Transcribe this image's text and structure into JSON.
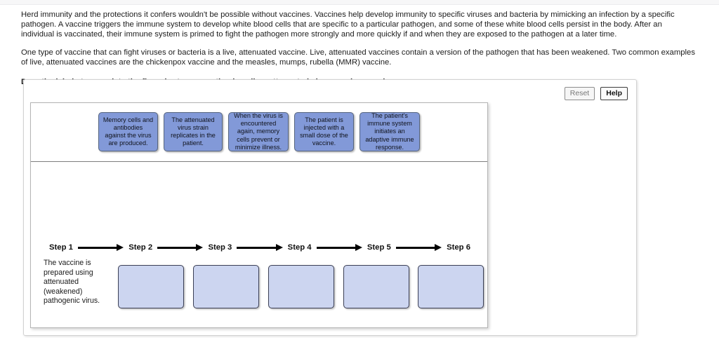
{
  "passage": {
    "paragraph_1": "Herd immunity and the protections it confers wouldn't be possible without vaccines. Vaccines help develop immunity to specific viruses and bacteria by mimicking an infection by a specific pathogen. A vaccine triggers the immune system to develop white blood cells that are specific to a particular pathogen, and some of these white blood cells persist in the body. After an individual is vaccinated, their immune system is primed to fight the pathogen more strongly and more quickly if and when they are exposed to the pathogen at a later time.",
    "paragraph_2": "One type of vaccine that can fight viruses or bacteria is a live, attenuated vaccine. Live, attenuated vaccines contain a version of the pathogen that has been weakened. Two common examples of live, attenuated vaccines are the chickenpox vaccine and the measles, mumps, rubella (MMR) vaccine.",
    "instruction": "Drag the labels to complete the flow chart representing how live, attenuated virus vaccines work."
  },
  "toolbar": {
    "reset_label": "Reset",
    "help_label": "Help"
  },
  "label_bank": {
    "labels": [
      {
        "id": "label-memory-cells",
        "text": "Memory cells and antibodies against the virus are produced."
      },
      {
        "id": "label-strain-replicates",
        "text": "The attenuated virus strain replicates in the patient."
      },
      {
        "id": "label-virus-encountered",
        "text": "When the virus is encountered again, memory cells prevent or minimize illness."
      },
      {
        "id": "label-patient-injected",
        "text": "The patient is injected with a small dose of the vaccine."
      },
      {
        "id": "label-adaptive-response",
        "text": "The patient's immune system initiates an adaptive immune response."
      }
    ]
  },
  "flow_chart": {
    "steps": [
      {
        "id": "step-1",
        "label": "Step 1",
        "filled": true,
        "text": "The vaccine is prepared using attenuated (weakened) pathogenic virus."
      },
      {
        "id": "step-2",
        "label": "Step 2",
        "filled": false,
        "text": ""
      },
      {
        "id": "step-3",
        "label": "Step 3",
        "filled": false,
        "text": ""
      },
      {
        "id": "step-4",
        "label": "Step 4",
        "filled": false,
        "text": ""
      },
      {
        "id": "step-5",
        "label": "Step 5",
        "filled": false,
        "text": ""
      },
      {
        "id": "step-6",
        "label": "Step 6",
        "filled": false,
        "text": ""
      }
    ],
    "arrow_count": 5
  },
  "colors": {
    "drag_label_fill": "#8299d8",
    "drop_zone_fill": "#ccd5f0",
    "page_background": "#ffffff",
    "text": "#1c1c1c"
  }
}
